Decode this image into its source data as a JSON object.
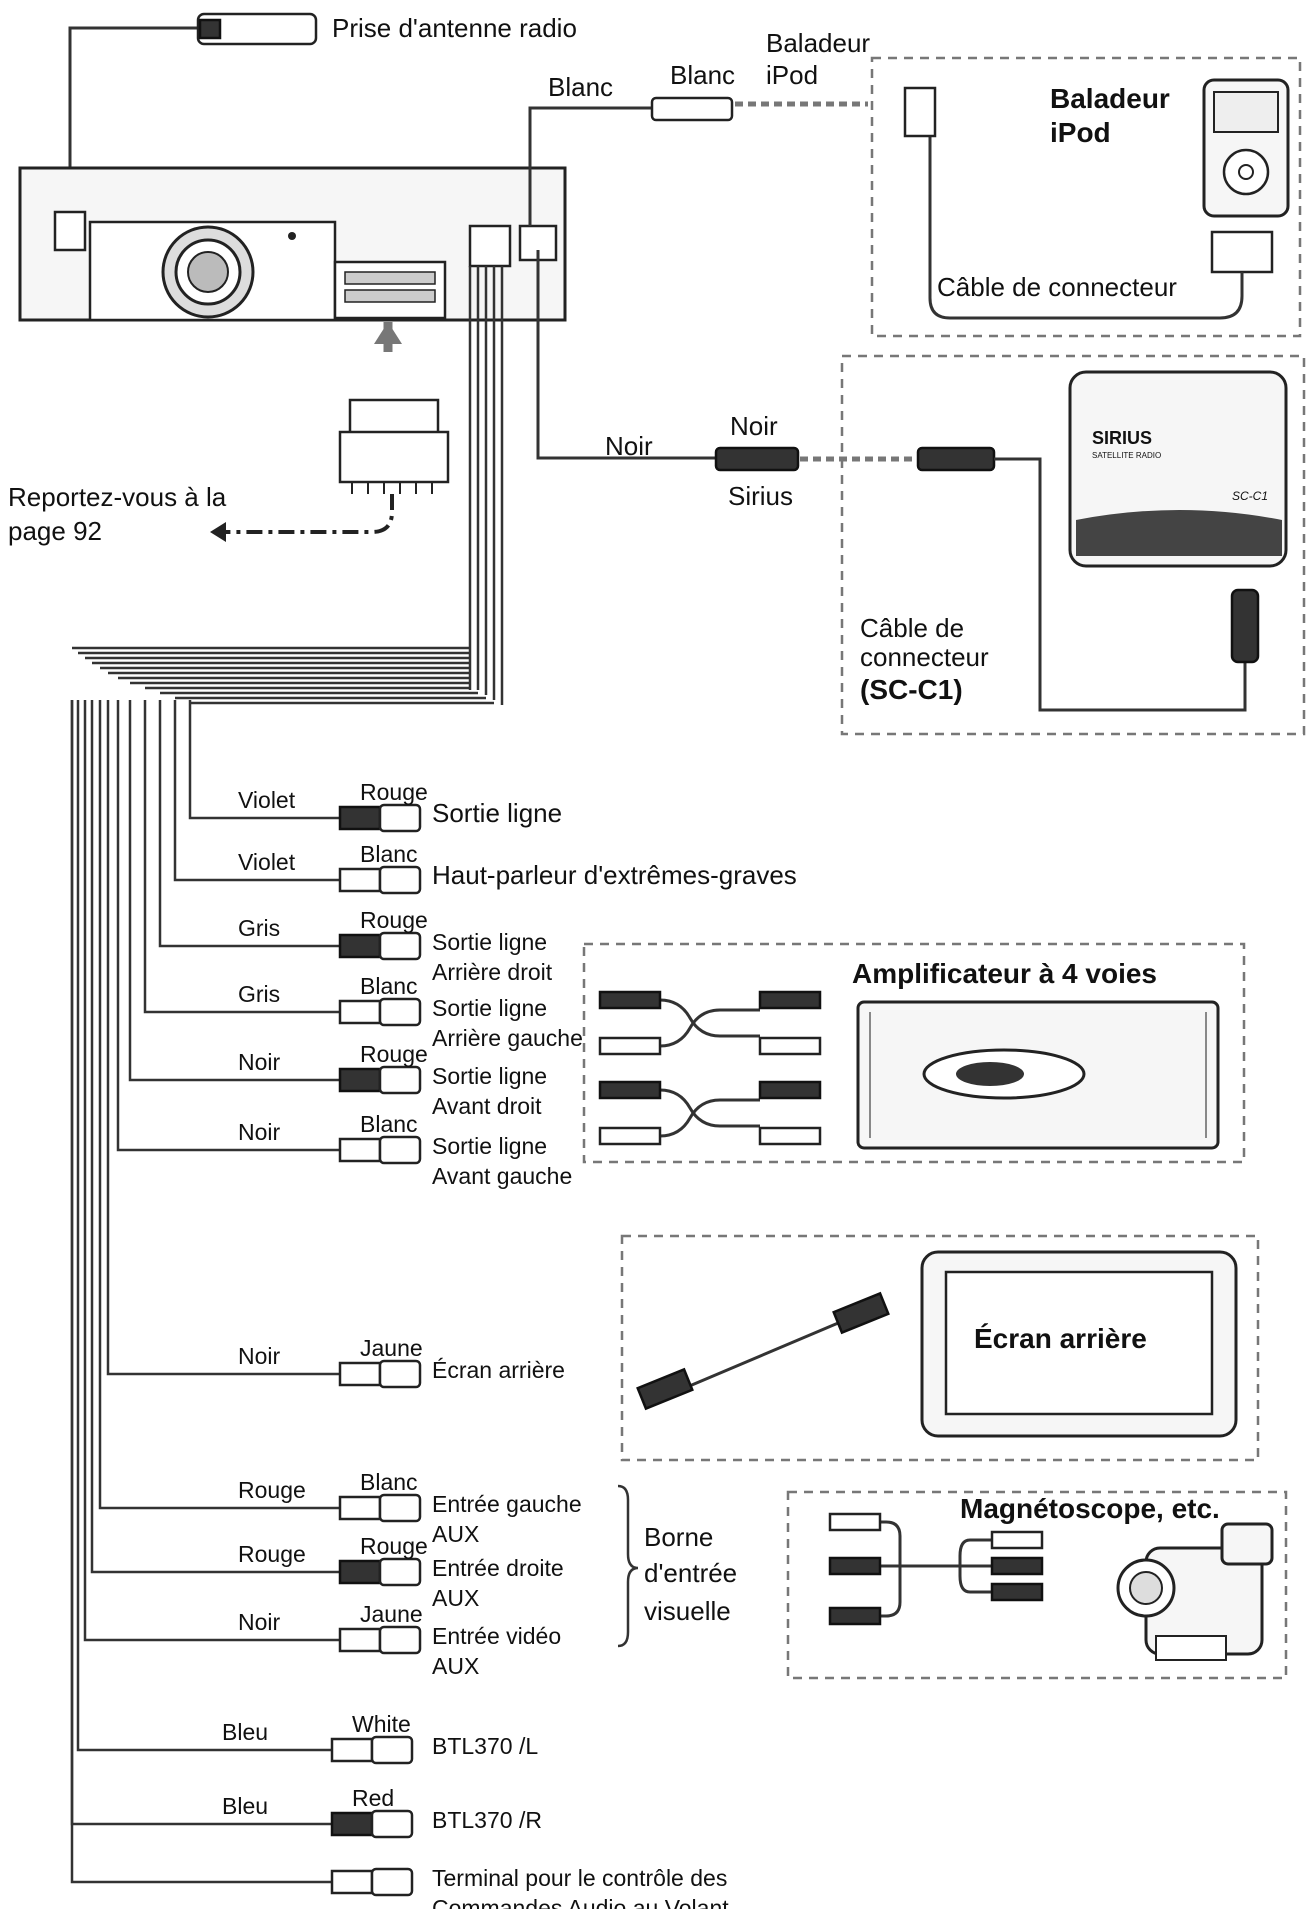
{
  "antenna": {
    "label": "Prise d'antenne radio"
  },
  "ipod": {
    "wire_color": "Blanc",
    "plug_color": "Blanc",
    "plug_name": "Baladeur iPod",
    "device_name": "Baladeur iPod",
    "cable_label": "Câble de connecteur"
  },
  "sirius": {
    "wire_color": "Noir",
    "plug_color": "Noir",
    "plug_name": "Sirius",
    "brand": "SIRIUS",
    "brand_sub": "SATELLITE RADIO",
    "model": "SC-C1",
    "cable_label_1": "Câble de",
    "cable_label_2": "connecteur",
    "cable_label_3": "(SC-C1)"
  },
  "refer": {
    "line1": "Reportez-vous à la",
    "line2": "page 92"
  },
  "outputs": [
    {
      "wire": "Violet",
      "plug": "Rouge",
      "lines": [
        "Sortie ligne"
      ]
    },
    {
      "wire": "Violet",
      "plug": "Blanc",
      "lines": [
        "Haut-parleur d'extrêmes-graves"
      ]
    },
    {
      "wire": "Gris",
      "plug": "Rouge",
      "lines": [
        "Sortie ligne",
        "Arrière droit"
      ]
    },
    {
      "wire": "Gris",
      "plug": "Blanc",
      "lines": [
        "Sortie ligne",
        "Arrière gauche"
      ]
    },
    {
      "wire": "Noir",
      "plug": "Rouge",
      "lines": [
        "Sortie ligne",
        "Avant droit"
      ]
    },
    {
      "wire": "Noir",
      "plug": "Blanc",
      "lines": [
        "Sortie ligne",
        "Avant gauche"
      ]
    },
    {
      "wire": "Noir",
      "plug": "Jaune",
      "lines": [
        "Écran arrière"
      ]
    },
    {
      "wire": "Rouge",
      "plug": "Blanc",
      "lines": [
        "Entrée gauche",
        "AUX"
      ]
    },
    {
      "wire": "Rouge",
      "plug": "Rouge",
      "lines": [
        "Entrée droite",
        "AUX"
      ]
    },
    {
      "wire": "Noir",
      "plug": "Jaune",
      "lines": [
        "Entrée vidéo",
        "AUX"
      ]
    },
    {
      "wire": "Bleu",
      "plug": "White",
      "lines": [
        "BTL370 /L"
      ]
    },
    {
      "wire": "Bleu",
      "plug": "Red",
      "lines": [
        "BTL370 /R"
      ]
    },
    {
      "wire": "",
      "plug": "",
      "lines": [
        "Terminal pour le contrôle des",
        "Commandes Audio au Volant."
      ]
    }
  ],
  "amplifier": {
    "title": "Amplificateur à 4 voies"
  },
  "rear_screen": {
    "title": "Écran arrière"
  },
  "visual_input": {
    "line1": "Borne",
    "line2": "d'entrée",
    "line3": "visuelle"
  },
  "vcr": {
    "title": "Magnétoscope, etc."
  }
}
